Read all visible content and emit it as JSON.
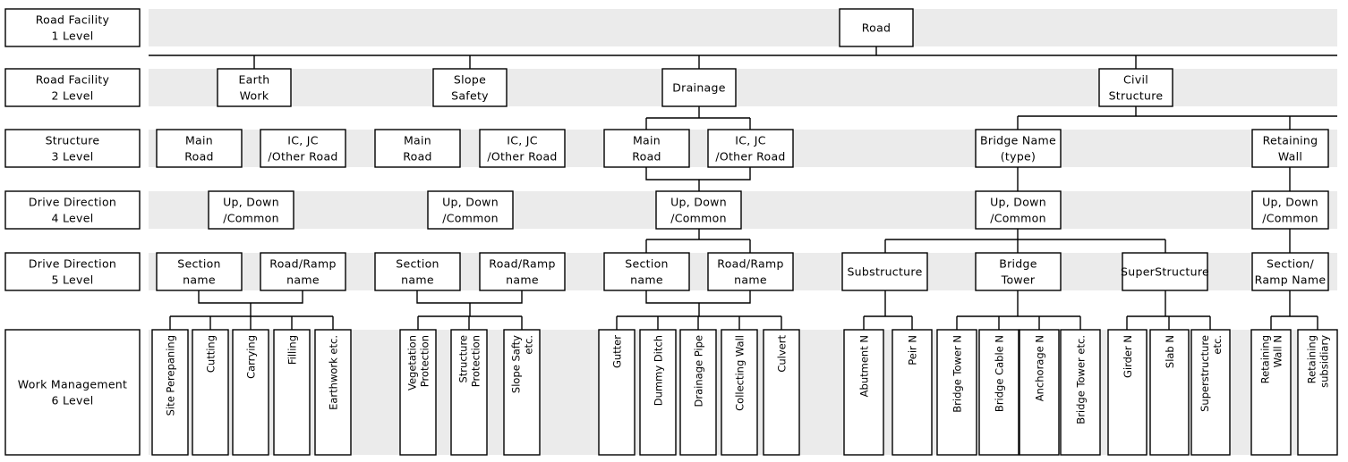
{
  "levels": [
    [
      "Road Facility",
      "1 Level"
    ],
    [
      "Road Facility",
      "2 Level"
    ],
    [
      "Structure",
      "3 Level"
    ],
    [
      "Drive Direction",
      "4 Level"
    ],
    [
      "Drive Direction",
      "5 Level"
    ],
    [
      "Work Management",
      "6 Level"
    ]
  ],
  "nodes": {
    "road": [
      "Road"
    ],
    "earthwork": [
      "Earth",
      "Work"
    ],
    "slope_safety": [
      "Slope",
      "Safety"
    ],
    "drainage": [
      "Drainage"
    ],
    "civil_structure": [
      "Civil",
      "Structure"
    ],
    "ew_main_road": [
      "Main",
      "Road"
    ],
    "ew_ic_jc": [
      "IC, JC",
      "/Other Road"
    ],
    "ss_main_road": [
      "Main",
      "Road"
    ],
    "ss_ic_jc": [
      "IC, JC",
      "/Other Road"
    ],
    "dr_main_road": [
      "Main",
      "Road"
    ],
    "dr_ic_jc": [
      "IC, JC",
      "/Other Road"
    ],
    "bridge_name": [
      "Bridge Name",
      "(type)"
    ],
    "retaining_wall": [
      "Retaining",
      "Wall"
    ],
    "ew_dir": [
      "Up, Down",
      "/Common"
    ],
    "ss_dir": [
      "Up, Down",
      "/Common"
    ],
    "dr_dir": [
      "Up, Down",
      "/Common"
    ],
    "br_dir": [
      "Up, Down",
      "/Common"
    ],
    "rw_dir": [
      "Up, Down",
      "/Common"
    ],
    "ew_section": [
      "Section",
      "name"
    ],
    "ew_ramp": [
      "Road/Ramp",
      "name"
    ],
    "ss_section": [
      "Section",
      "name"
    ],
    "ss_ramp": [
      "Road/Ramp",
      "name"
    ],
    "dr_section": [
      "Section",
      "name"
    ],
    "dr_ramp": [
      "Road/Ramp",
      "name"
    ],
    "substructure": [
      "Substructure"
    ],
    "bridge_tower": [
      "Bridge",
      "Tower"
    ],
    "superstructure": [
      "SuperStructure"
    ],
    "rw_section": [
      "Section/",
      "Ramp Name"
    ]
  },
  "work_items": {
    "earthwork": [
      [
        "Site Perepaning"
      ],
      [
        "Cutting"
      ],
      [
        "Carrying"
      ],
      [
        "Filling"
      ],
      [
        "Earthwork etc."
      ]
    ],
    "slope": [
      [
        "Vegetation",
        "Protection"
      ],
      [
        "Structure",
        "Protection"
      ],
      [
        "Slope Safty",
        "etc."
      ]
    ],
    "drainage": [
      [
        "Gutter"
      ],
      [
        "Dummy Ditch"
      ],
      [
        "Drainage Pipe"
      ],
      [
        "Collecting Wall"
      ],
      [
        "Culvert"
      ]
    ],
    "substructure": [
      [
        "Abutment N"
      ],
      [
        "Peir N"
      ]
    ],
    "tower": [
      [
        "Bridge Tower N"
      ],
      [
        "Bridge Cable N"
      ],
      [
        "Anchorage N"
      ],
      [
        "Bridge Tower etc."
      ]
    ],
    "superstructure": [
      [
        "Girder N"
      ],
      [
        "Slab N"
      ],
      [
        "Superstructure",
        "etc."
      ]
    ],
    "retaining": [
      [
        "Retaining",
        "Wall N"
      ],
      [
        "Retaining",
        "subsidiary"
      ]
    ]
  }
}
